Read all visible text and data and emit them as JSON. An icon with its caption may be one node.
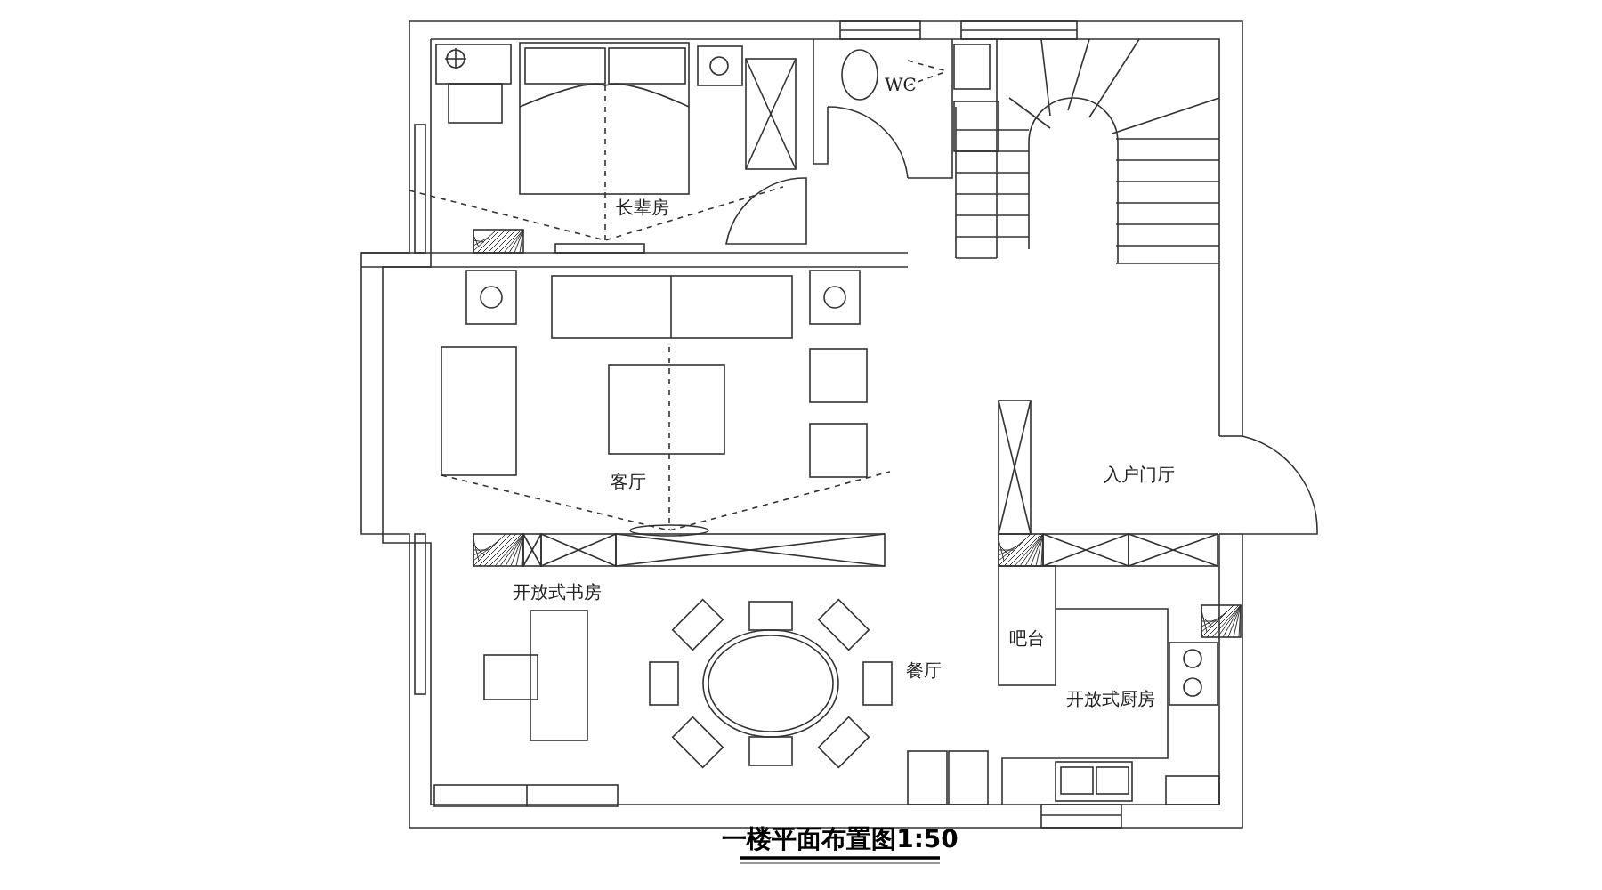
{
  "diagram": {
    "caption": "一楼平面布置图1:50",
    "labels": [
      "长辈房",
      "WC",
      "客厅",
      "入户门厅",
      "开放式书房",
      "吧台",
      "餐厅",
      "开放式厨房"
    ]
  }
}
